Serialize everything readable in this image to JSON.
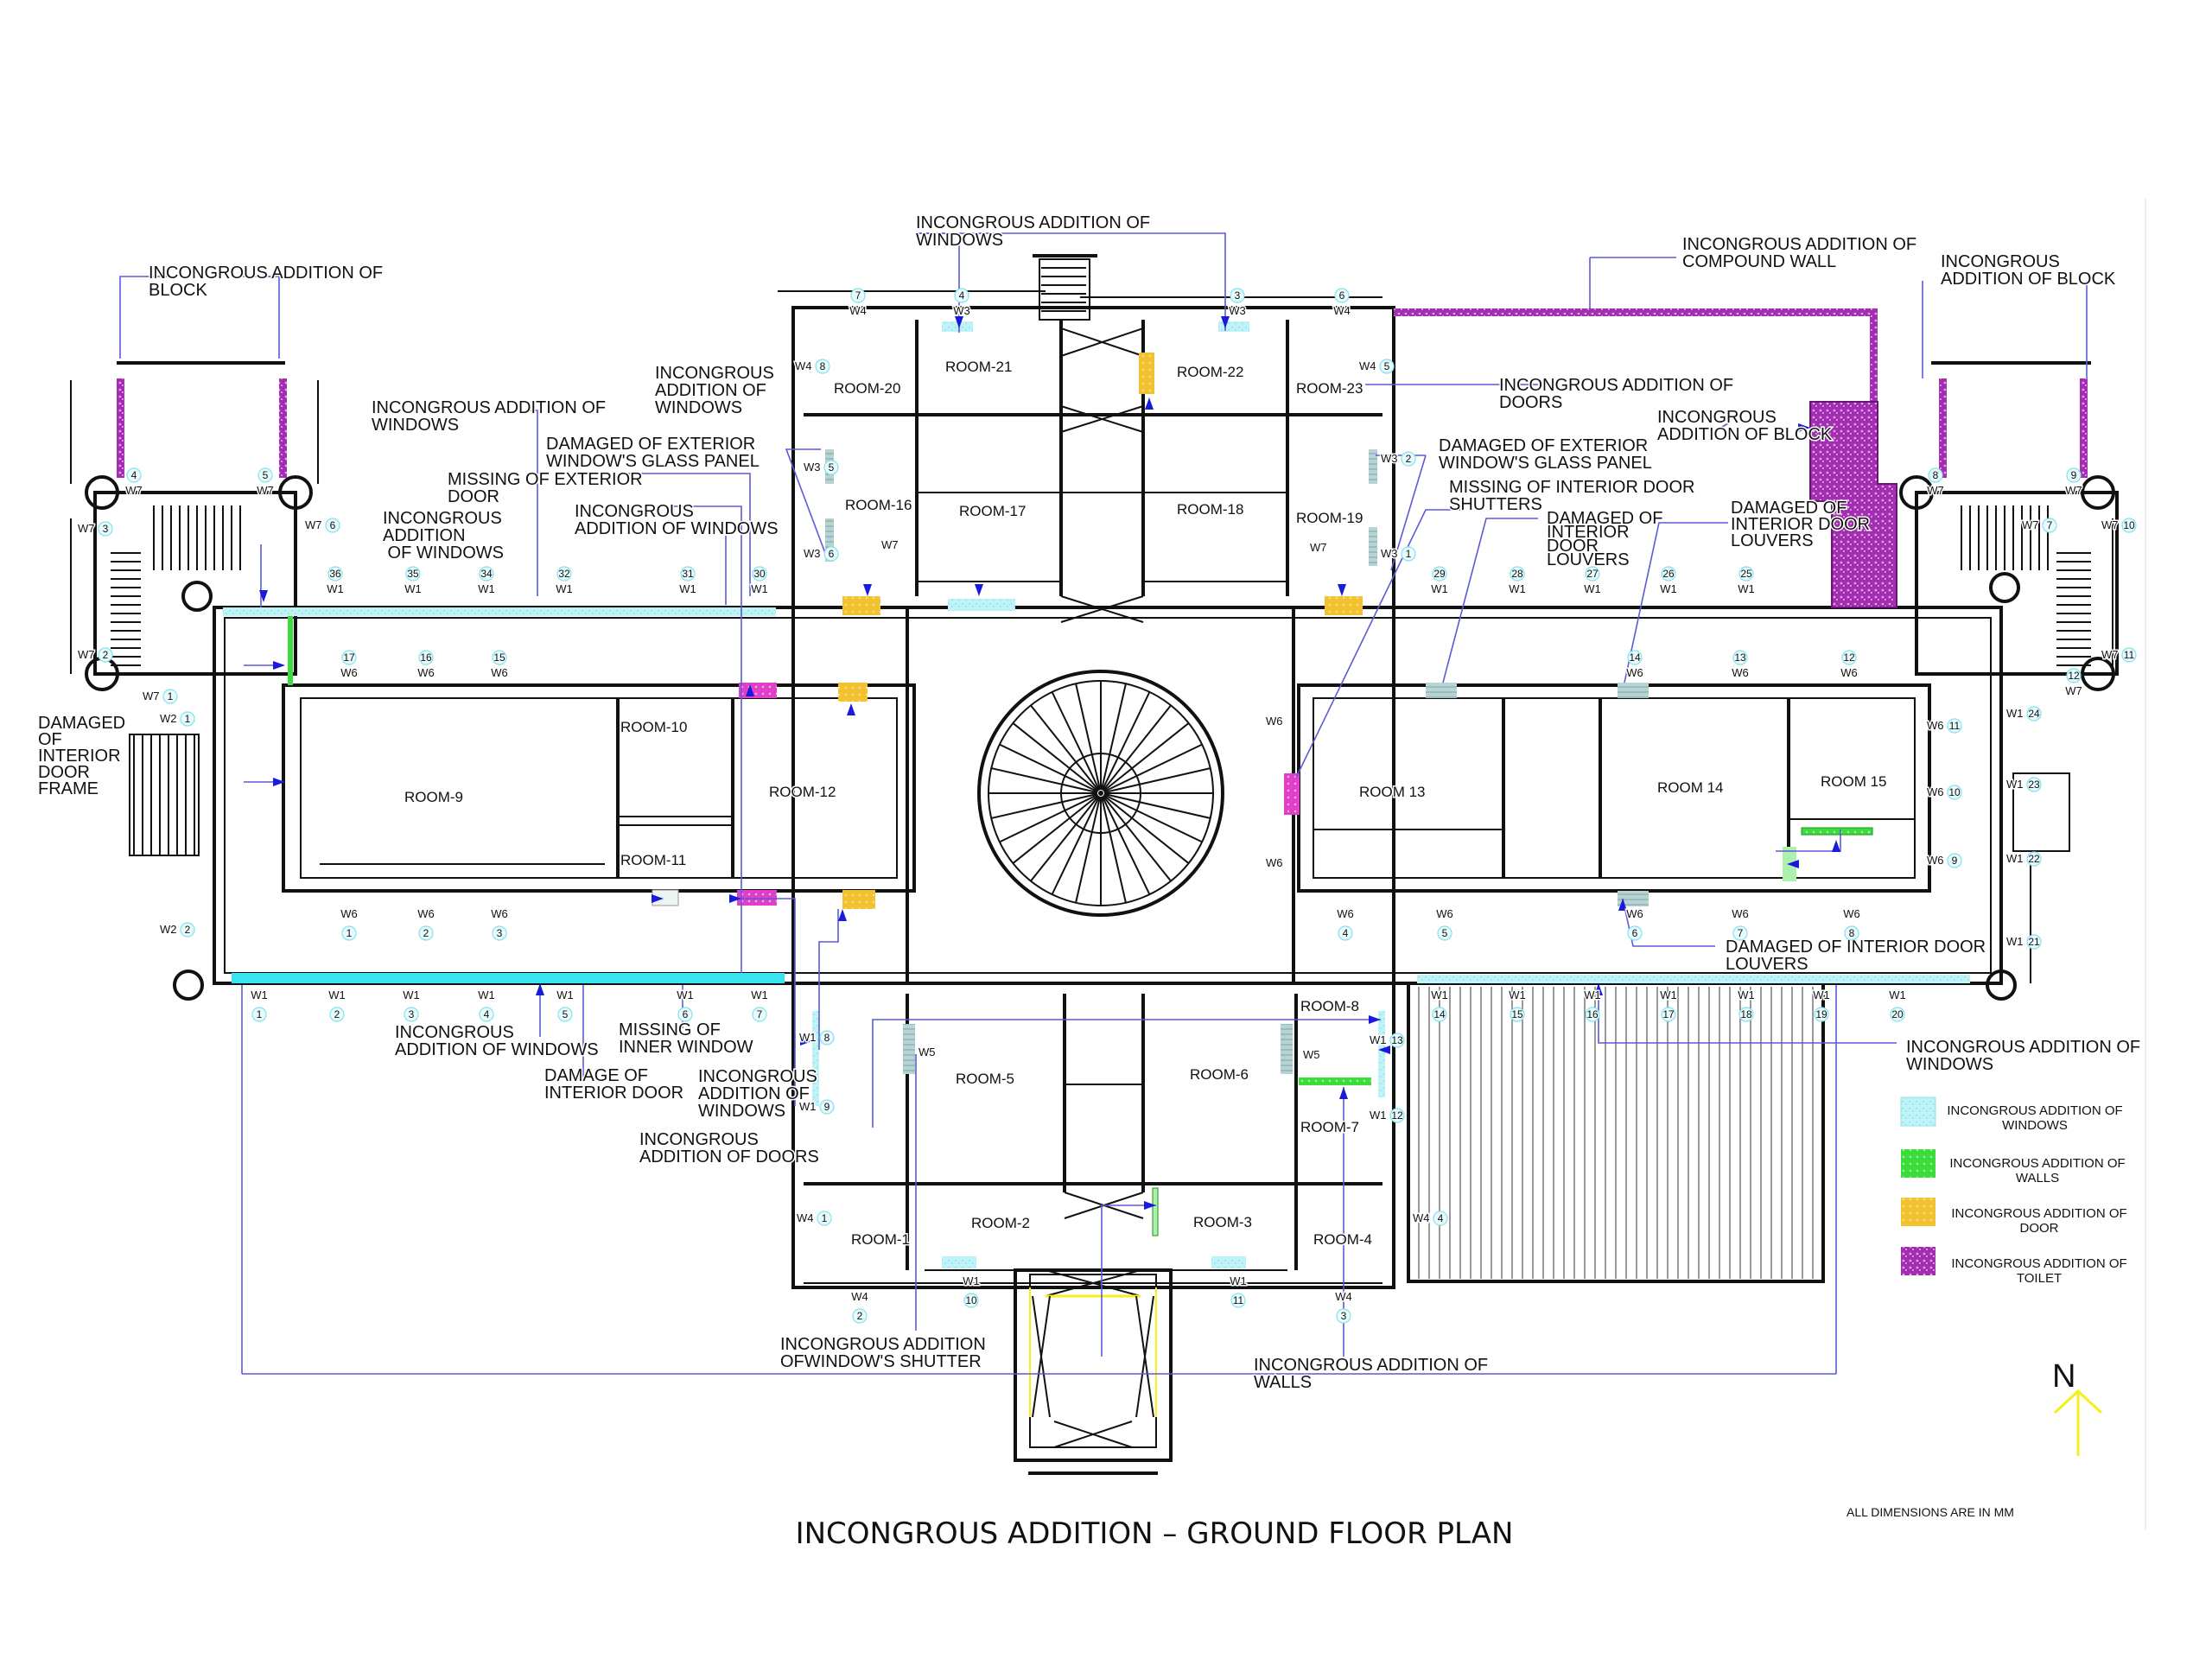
{
  "title": "INCONGROUS ADDITION – GROUND FLOOR PLAN",
  "note": "ALL DIMENSIONS ARE IN MM",
  "north_label": "N",
  "colors": {
    "windows": "#9eeef5",
    "walls": "#3ddc3d",
    "door": "#f2c230",
    "toilet": "#a22fb0",
    "leader": "#5b5bd6",
    "arrow": "#1a1adb",
    "north_arrow": "#f5ef1a",
    "damaged": "#a9c9c9"
  },
  "legend": [
    {
      "key": "windows",
      "line1": "INCONGROUS ADDITION OF",
      "line2": "WINDOWS"
    },
    {
      "key": "walls",
      "line1": "INCONGROUS ADDITION OF",
      "line2": "WALLS"
    },
    {
      "key": "door",
      "line1": "INCONGROUS ADDITION OF",
      "line2": "DOOR"
    },
    {
      "key": "toilet",
      "line1": "INCONGROUS ADDITION OF",
      "line2": "TOILET"
    }
  ],
  "rooms": {
    "r1": "ROOM-1",
    "r2": "ROOM-2",
    "r3": "ROOM-3",
    "r4": "ROOM-4",
    "r5": "ROOM-5",
    "r6": "ROOM-6",
    "r7": "ROOM-7",
    "r8": "ROOM-8",
    "r9": "ROOM-9",
    "r10": "ROOM-10",
    "r11": "ROOM-11",
    "r12": "ROOM-12",
    "r13": "ROOM 13",
    "r14": "ROOM 14",
    "r15": "ROOM 15",
    "r16": "ROOM-16",
    "r17": "ROOM-17",
    "r18": "ROOM-18",
    "r19": "ROOM-19",
    "r20": "ROOM-20",
    "r21": "ROOM-21",
    "r22": "ROOM-22",
    "r23": "ROOM-23"
  },
  "annotations": {
    "block_left": [
      "INCONGROUS ADDITION OF",
      "BLOCK"
    ],
    "windows_top_center": [
      "INCONGROUS ADDITION OF",
      "WINDOWS"
    ],
    "compound_wall": [
      "INCONGROUS ADDITION OF",
      "COMPOUND WALL"
    ],
    "block_right": [
      "INCONGROUS",
      "ADDITION OF BLOCK"
    ],
    "windows_upper_left": [
      "INCONGROUS ADDITION OF",
      "WINDOWS"
    ],
    "windows_w3": [
      "INCONGROUS",
      "ADDITION OF",
      "WINDOWS"
    ],
    "damaged_glass_left": [
      "DAMAGED OF EXTERIOR",
      "WINDOW'S GLASS PANEL"
    ],
    "missing_ext_door": [
      "MISSING OF EXTERIOR",
      "DOOR"
    ],
    "windows_left_stair": [
      "INCONGROUS",
      "ADDITION",
      " OF WINDOWS"
    ],
    "windows_mid_left": [
      "INCONGROUS",
      "ADDITION OF WINDOWS"
    ],
    "doors_right": [
      "INCONGROUS ADDITION OF",
      "DOORS"
    ],
    "block_mid_right": [
      "INCONGROUS",
      "ADDITION OF BLOCK"
    ],
    "damaged_glass_right": [
      "DAMAGED OF EXTERIOR",
      "WINDOW'S GLASS PANEL"
    ],
    "missing_int_shutters": [
      "MISSING OF INTERIOR DOOR",
      "SHUTTERS"
    ],
    "louvers_a": [
      "DAMAGED OF",
      "INTERIOR",
      "DOOR",
      "LOUVERS"
    ],
    "louvers_b": [
      "DAMAGED OF",
      "INTERIOR DOOR",
      "LOUVERS"
    ],
    "door_frame": [
      "DAMAGED",
      "OF",
      "INTERIOR",
      "DOOR",
      "FRAME"
    ],
    "louvers_c": [
      "DAMAGED OF INTERIOR DOOR",
      "LOUVERS"
    ],
    "windows_bottom_right": [
      "INCONGROUS ADDITION OF",
      "WINDOWS"
    ],
    "windows_bottom_left": [
      "INCONGROUS",
      "ADDITION OF WINDOWS"
    ],
    "missing_inner_window": [
      "MISSING OF",
      "INNER WINDOW"
    ],
    "damage_int_door": [
      "DAMAGE OF",
      "INTERIOR DOOR"
    ],
    "windows_room5": [
      "INCONGROUS",
      "ADDITION OF",
      "WINDOWS"
    ],
    "doors_bottom": [
      "INCONGROUS",
      "ADDITION OF DOORS"
    ],
    "window_shutter": [
      "INCONGROUS ADDITION",
      "OFWINDOW'S SHUTTER"
    ],
    "walls_bottom": [
      "INCONGROUS ADDITION OF",
      "WALLS"
    ]
  },
  "window_tags": {
    "north_w1": [
      {
        "n": "36",
        "t": "W1"
      },
      {
        "n": "35",
        "t": "W1"
      },
      {
        "n": "34",
        "t": "W1"
      },
      {
        "n": "32",
        "t": "W1"
      },
      {
        "n": "31",
        "t": "W1"
      },
      {
        "n": "30",
        "t": "W1"
      },
      {
        "n": "29",
        "t": "W1"
      },
      {
        "n": "28",
        "t": "W1"
      },
      {
        "n": "27",
        "t": "W1"
      },
      {
        "n": "26",
        "t": "W1"
      },
      {
        "n": "25",
        "t": "W1"
      }
    ],
    "south_w1": [
      {
        "n": "1",
        "t": "W1"
      },
      {
        "n": "2",
        "t": "W1"
      },
      {
        "n": "3",
        "t": "W1"
      },
      {
        "n": "4",
        "t": "W1"
      },
      {
        "n": "5",
        "t": "W1"
      },
      {
        "n": "6",
        "t": "W1"
      },
      {
        "n": "7",
        "t": "W1"
      },
      {
        "n": "14",
        "t": "W1"
      },
      {
        "n": "15",
        "t": "W1"
      },
      {
        "n": "16",
        "t": "W1"
      },
      {
        "n": "17",
        "t": "W1"
      },
      {
        "n": "18",
        "t": "W1"
      },
      {
        "n": "19",
        "t": "W1"
      },
      {
        "n": "20",
        "t": "W1"
      }
    ],
    "w6_top": [
      {
        "n": "17",
        "t": "W6"
      },
      {
        "n": "16",
        "t": "W6"
      },
      {
        "n": "15",
        "t": "W6"
      },
      {
        "n": "14",
        "t": "W6"
      },
      {
        "n": "13",
        "t": "W6"
      },
      {
        "n": "12",
        "t": "W6"
      }
    ],
    "w6_bottom": [
      {
        "n": "1",
        "t": "W6"
      },
      {
        "n": "2",
        "t": "W6"
      },
      {
        "n": "3",
        "t": "W6"
      },
      {
        "n": "4",
        "t": "W6"
      },
      {
        "n": "5",
        "t": "W6"
      },
      {
        "n": "6",
        "t": "W6"
      },
      {
        "n": "7",
        "t": "W6"
      },
      {
        "n": "8",
        "t": "W6"
      }
    ],
    "w6_side_right": [
      {
        "n": "11",
        "t": "W6"
      },
      {
        "n": "10",
        "t": "W6"
      },
      {
        "n": "9",
        "t": "W6"
      }
    ],
    "w6_side_left": [
      {
        "t": "W6"
      },
      {
        "t": "W6"
      }
    ],
    "east_w1": [
      {
        "n": "24",
        "t": "W1"
      },
      {
        "n": "23",
        "t": "W1"
      },
      {
        "n": "22",
        "t": "W1"
      },
      {
        "n": "21",
        "t": "W1"
      }
    ],
    "bottom_block": [
      {
        "n": "8",
        "t": "W1"
      },
      {
        "n": "9",
        "t": "W1"
      },
      {
        "n": "13",
        "t": "W1"
      },
      {
        "n": "12",
        "t": "W1"
      },
      {
        "n": "10",
        "t": "W1"
      },
      {
        "n": "11",
        "t": "W1"
      },
      {
        "n": "1",
        "t": "W4"
      },
      {
        "n": "2",
        "t": "W4"
      },
      {
        "n": "3",
        "t": "W4"
      },
      {
        "n": "4",
        "t": "W4"
      },
      {
        "t": "W5"
      },
      {
        "t": "W5"
      }
    ],
    "top_block": [
      {
        "n": "7",
        "t": "W4"
      },
      {
        "n": "4",
        "t": "W3"
      },
      {
        "n": "3",
        "t": "W3"
      },
      {
        "n": "6",
        "t": "W4"
      },
      {
        "n": "8",
        "t": "W4"
      },
      {
        "n": "5",
        "t": "W4"
      },
      {
        "n": "5",
        "t": "W3"
      },
      {
        "n": "6",
        "t": "W3"
      },
      {
        "n": "2",
        "t": "W3"
      },
      {
        "n": "1",
        "t": "W3"
      },
      {
        "t": "W7"
      },
      {
        "t": "W7"
      }
    ],
    "stair_left": [
      {
        "n": "4",
        "t": "W7"
      },
      {
        "n": "5",
        "t": "W7"
      },
      {
        "n": "3",
        "t": "W7"
      },
      {
        "n": "6",
        "t": "W7"
      },
      {
        "n": "2",
        "t": "W7"
      },
      {
        "n": "1",
        "t": "W7"
      },
      {
        "n": "1",
        "t": "W2"
      },
      {
        "n": "2",
        "t": "W2"
      }
    ],
    "stair_right": [
      {
        "n": "8",
        "t": "W7"
      },
      {
        "n": "9",
        "t": "W7"
      },
      {
        "n": "10",
        "t": "W7"
      },
      {
        "n": "11",
        "t": "W7"
      },
      {
        "n": "12",
        "t": "W7"
      },
      {
        "n": "7",
        "t": "W7"
      }
    ]
  }
}
